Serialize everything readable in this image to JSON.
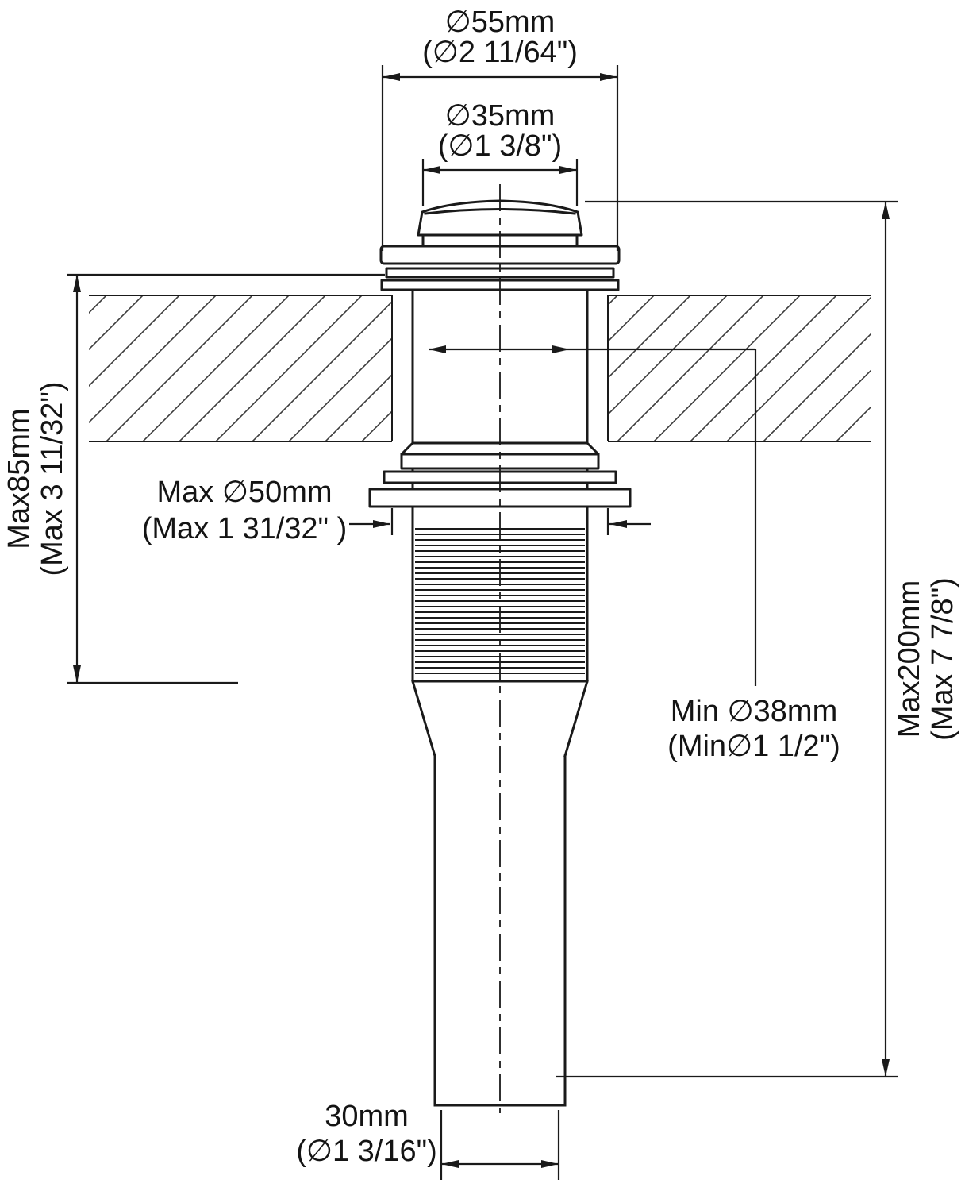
{
  "figure": {
    "background": "#ffffff",
    "line_color": "#1a1a1a",
    "dimensions": {
      "cap_outer": {
        "metric": "∅55mm",
        "imperial": "(∅2 11/64\")"
      },
      "cap_top": {
        "metric": "∅35mm",
        "imperial": "(∅1 3/8\")"
      },
      "deck_thickness": {
        "metric": "Max85mm",
        "imperial": "(Max 3 11/32\")"
      },
      "mounting_hole": {
        "metric": "Max ∅50mm",
        "imperial": "(Max 1 31/32\" )"
      },
      "inner_diameter": {
        "metric": "Min ∅38mm",
        "imperial": "(Min∅1 1/2\")"
      },
      "overall_height": {
        "metric": "Max200mm",
        "imperial": "(Max 7 7/8\")"
      },
      "tailpiece": {
        "metric": "30mm",
        "imperial": "(∅1 3/16\")"
      }
    }
  }
}
